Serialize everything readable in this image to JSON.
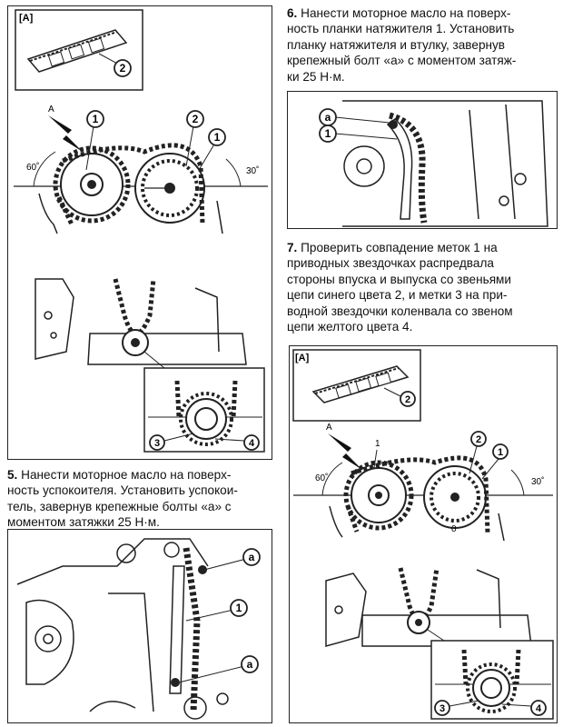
{
  "figure1": {
    "tag": "[A]",
    "callout_2": "2",
    "callout_1a": "1",
    "callout_2b": "2",
    "callout_1b": "1",
    "callout_3": "3",
    "callout_4": "4",
    "arrow_label": "A",
    "angle_left": "60˚",
    "angle_right": "30˚"
  },
  "step6": {
    "num": "6.",
    "lines": [
      "Нанести моторное масло на поверх-",
      "ность планки натяжителя 1. Установить",
      "планку натяжителя и втулку, завернув",
      "крепежный болт «а» с моментом затяж-",
      "ки 25 Н·м."
    ]
  },
  "figure2": {
    "callout_a": "a",
    "callout_1": "1"
  },
  "step7": {
    "num": "7.",
    "lines": [
      "Проверить совпадение меток 1 на",
      "приводных звездочках распредвала",
      "стороны впуска и выпуска со звеньями",
      "цепи синего цвета 2, и метки 3 на при-",
      "водной звездочки коленвала со звеном",
      "цепи желтого цвета 4."
    ]
  },
  "step5": {
    "num": "5.",
    "lines": [
      "Нанести моторное масло на поверх-",
      "ность успокоителя. Установить успокои-",
      "тель, завернув крепежные болты «а» с",
      "моментом затяжки 25 Н·м."
    ]
  },
  "figure3": {
    "callout_a1": "a",
    "callout_1": "1",
    "callout_a2": "a"
  },
  "figure4": {
    "tag": "[A]",
    "callout_2": "2",
    "arrow_label": "A",
    "mark_1": "1",
    "callout_2b": "2",
    "callout_1": "1",
    "angle_left": "60˚",
    "angle_right": "30˚",
    "mark_0": "0",
    "callout_3": "3",
    "callout_4": "4"
  }
}
